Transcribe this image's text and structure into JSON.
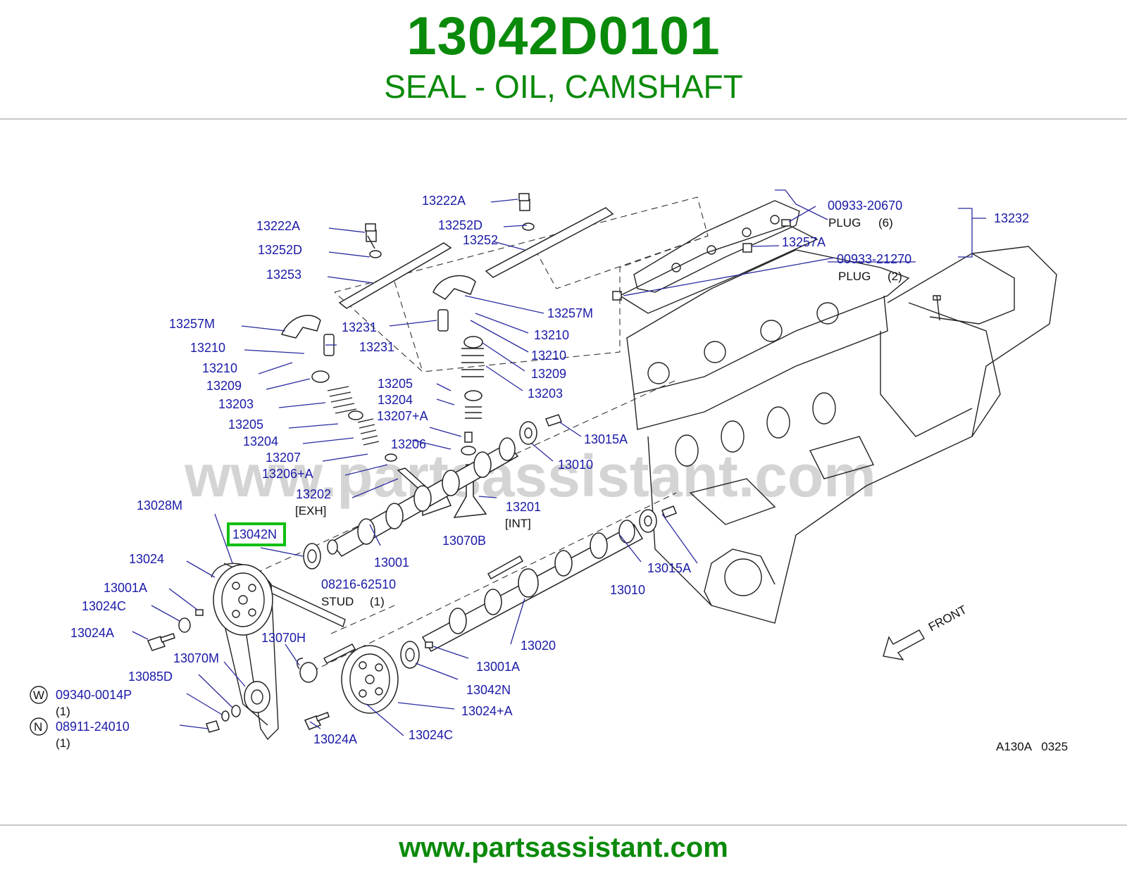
{
  "header": {
    "part_number": "13042D0101",
    "part_name": "SEAL - OIL, CAMSHAFT"
  },
  "footer": {
    "url": "www.partsassistant.com"
  },
  "watermark": "www.partsassistant.com",
  "diagram": {
    "figure_code": "A130A   0325",
    "front_label": "FRONT",
    "highlighted": "13042N",
    "callouts": {
      "c13222A_a": "13222A",
      "c13252D_a": "13252D",
      "c13253": "13253",
      "c13257M_a": "13257M",
      "c13210_a": "13210",
      "c13210_b": "13210",
      "c13209_a": "13209",
      "c13203_a": "13203",
      "c13205_a": "13205",
      "c13204_a": "13204",
      "c13207": "13207",
      "c13206A_a": "13206+A",
      "c13202": "13202",
      "c13202_note": "[EXH]",
      "c13028M": "13028M",
      "c13042N_a": "13042N",
      "c13024": "13024",
      "c13001A_a": "13001A",
      "c13024C_a": "13024C",
      "c13024A_a": "13024A",
      "c13070M": "13070M",
      "c13085D": "13085D",
      "c09340": "09340-0014P",
      "c09340_qty": "(1)",
      "c08911": "08911-24010",
      "c08911_qty": "(1)",
      "w_symbol": "W",
      "n_symbol": "N",
      "c13222A_b": "13222A",
      "c13252D_b": "13252D",
      "c13252": "13252",
      "c13231_a": "13231",
      "c13231_b": "13231",
      "c13257M_b": "13257M",
      "c13210_c": "13210",
      "c13210_d": "13210",
      "c13209_b": "13209",
      "c13203_b": "13203",
      "c13205_b": "13205",
      "c13204_b": "13204",
      "c13207A": "13207+A",
      "c13206_b": "13206",
      "c13015A_a": "13015A",
      "c13010_a": "13010",
      "c13201": "13201",
      "c13201_note": "[INT]",
      "c13070B": "13070B",
      "c13001": "13001",
      "c08216": "08216-62510",
      "c08216_note": "STUD",
      "c08216_qty": "(1)",
      "c13015A_b": "13015A",
      "c13010_b": "13010",
      "c13020": "13020",
      "c13070H": "13070H",
      "c13001A_b": "13001A",
      "c13042N_b": "13042N",
      "c13024A_plus": "13024+A",
      "c13024A_b": "13024A",
      "c13024C_b": "13024C",
      "c00933_20670": "00933-20670",
      "plug_6": "PLUG",
      "plug_6_qty": "(6)",
      "c13257A": "13257A",
      "c00933_21270": "00933-21270",
      "plug_2": "PLUG",
      "plug_2_qty": "(2)",
      "c13232": "13232"
    }
  }
}
